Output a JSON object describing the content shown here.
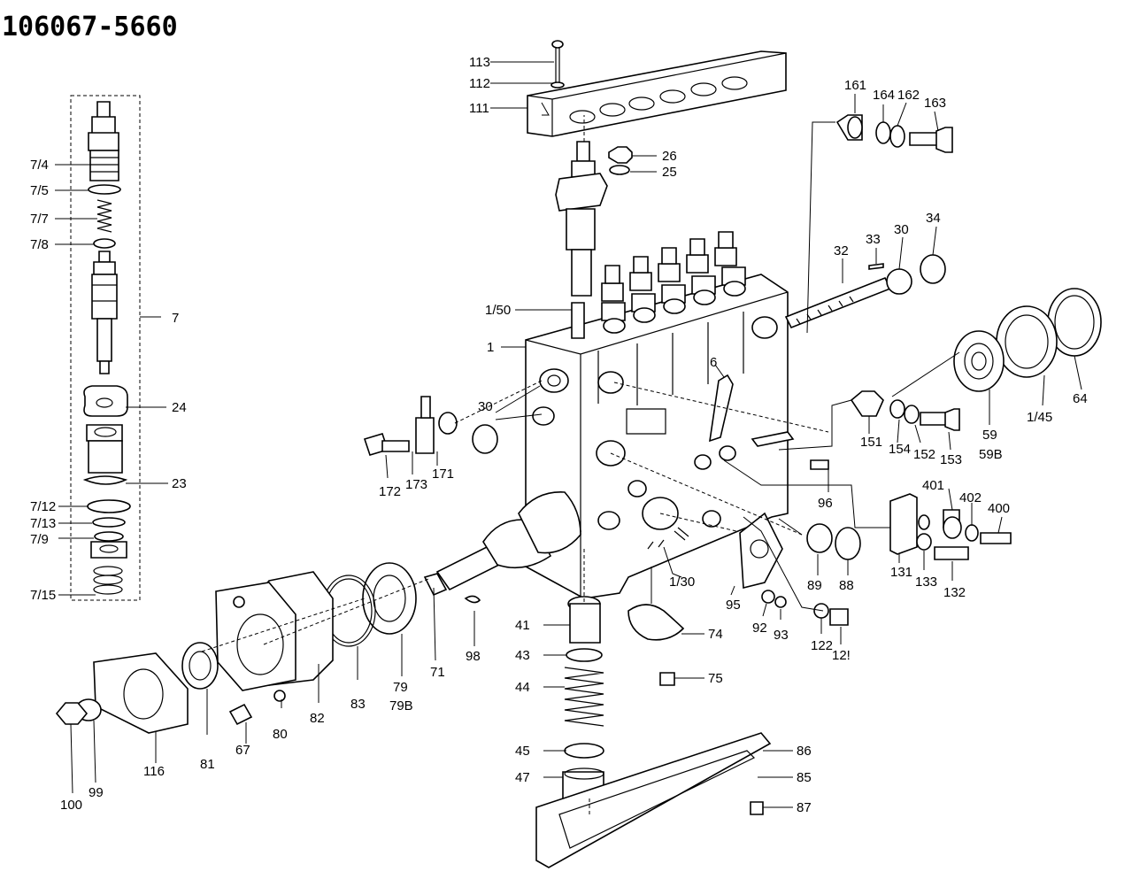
{
  "diagram": {
    "title": "106067-5660",
    "labels": {
      "p7_4": "7/4",
      "p7_5": "7/5",
      "p7_7": "7/7",
      "p7_8": "7/8",
      "p7": "7",
      "p24": "24",
      "p23": "23",
      "p7_12": "7/12",
      "p7_13": "7/13",
      "p7_9": "7/9",
      "p7_15": "7/15",
      "p113": "113",
      "p112": "112",
      "p111": "111",
      "p26": "26",
      "p25": "25",
      "p1_50": "1/50",
      "p1": "1",
      "p30a": "30",
      "p171": "171",
      "p172": "172",
      "p173": "173",
      "p161": "161",
      "p164": "164",
      "p162": "162",
      "p163": "163",
      "p34": "34",
      "p33": "33",
      "p30b": "30",
      "p32": "32",
      "p6": "6",
      "p64": "64",
      "p1_45": "1/45",
      "p59": "59",
      "p59B": "59B",
      "p151": "151",
      "p154": "154",
      "p152": "152",
      "p153": "153",
      "p96": "96",
      "p401": "401",
      "p402": "402",
      "p400": "400",
      "p131": "131",
      "p133": "133",
      "p132": "132",
      "p89": "89",
      "p88": "88",
      "p95": "95",
      "p92": "92",
      "p93": "93",
      "p122": "122",
      "p121": "12!",
      "p1_30": "1/30",
      "p74": "74",
      "p75": "75",
      "p41": "41",
      "p43": "43",
      "p44": "44",
      "p45": "45",
      "p47": "47",
      "p86": "86",
      "p85": "85",
      "p87": "87",
      "p98": "98",
      "p71": "71",
      "p79": "79",
      "p79B": "79B",
      "p83": "83",
      "p82": "82",
      "p80": "80",
      "p67": "67",
      "p81": "81",
      "p116": "116",
      "p99": "99",
      "p100": "100"
    }
  }
}
